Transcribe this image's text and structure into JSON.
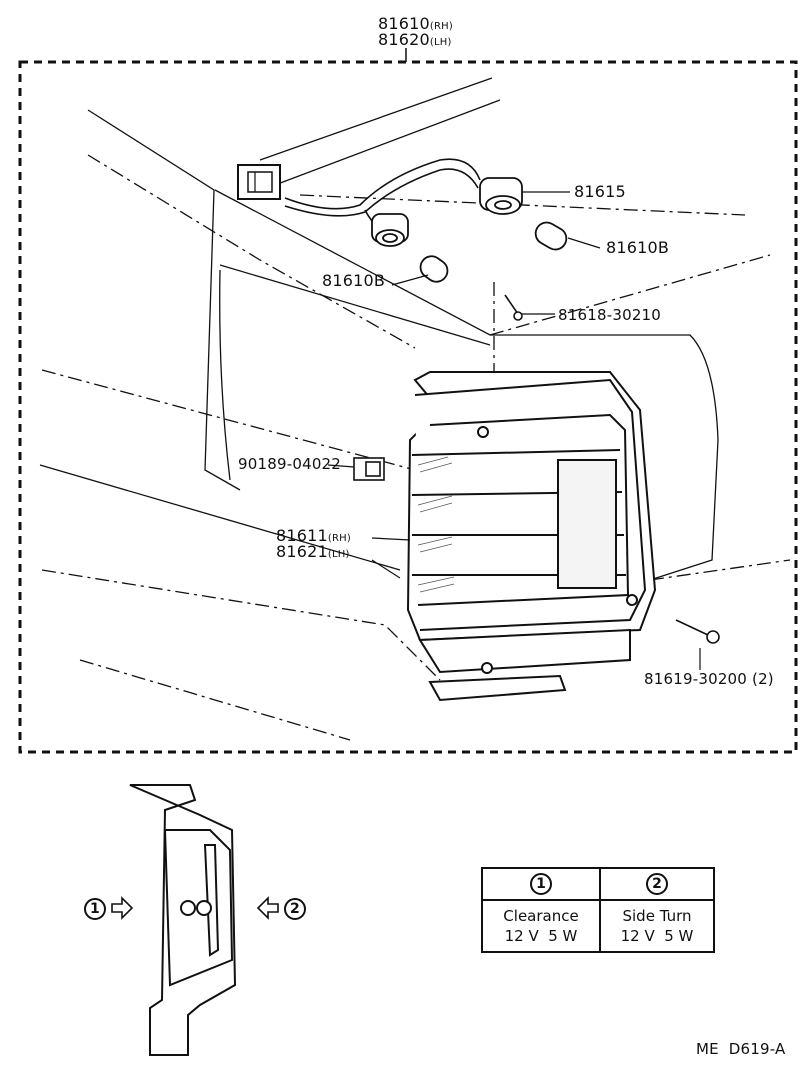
{
  "assembly": {
    "part_rh": "81610",
    "part_rh_side": "(RH)",
    "part_lh": "81620",
    "part_lh_side": "(LH)"
  },
  "callouts": {
    "socket": "81615",
    "bulb_right": "81610B",
    "bulb_left": "81610B",
    "screw_top": "81618-30210",
    "clip": "90189-04022",
    "lens_rh": "81611",
    "lens_rh_side": "(RH)",
    "lens_lh": "81621",
    "lens_lh_side": "(LH)",
    "screw_bottom": "81619-30200 (2)"
  },
  "view": {
    "marker_1": "1",
    "marker_2": "2"
  },
  "spec_table": {
    "col1_header": "1",
    "col2_header": "2",
    "col1_name": "Clearance",
    "col1_rating": "12 V  5 W",
    "col2_name": "Side Turn",
    "col2_rating": "12 V  5 W"
  },
  "footer": {
    "code": "ME  D619-A"
  }
}
